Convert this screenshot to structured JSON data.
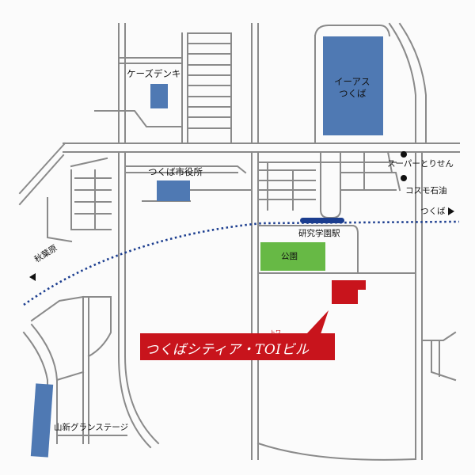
{
  "map": {
    "title": "つくばシティア・TOIビル",
    "title_ruby": "トワ",
    "colors": {
      "road": "#8a8a8a",
      "building": "#4f79b3",
      "park": "#67b945",
      "target": "#c8141c",
      "railway": "#1b3d8f"
    },
    "labels": {
      "ks_denki": "ケーズデンキ",
      "aeon": "イーアス\nつくば",
      "aeon_line1": "イーアス",
      "aeon_line2": "つくば",
      "city_hall": "つくば市役所",
      "super": "スーパーとりせん",
      "cosmo": "コスモ石油",
      "tsukuba_dir": "つくば",
      "station": "研究学園駅",
      "park": "公園",
      "akihabara_dir": "秋葉原",
      "yamashin": "山新グランステージ"
    },
    "icons": {
      "direction_right": "triangle-right-icon",
      "direction_left": "triangle-left-icon",
      "poi": "black-dot-icon"
    }
  }
}
